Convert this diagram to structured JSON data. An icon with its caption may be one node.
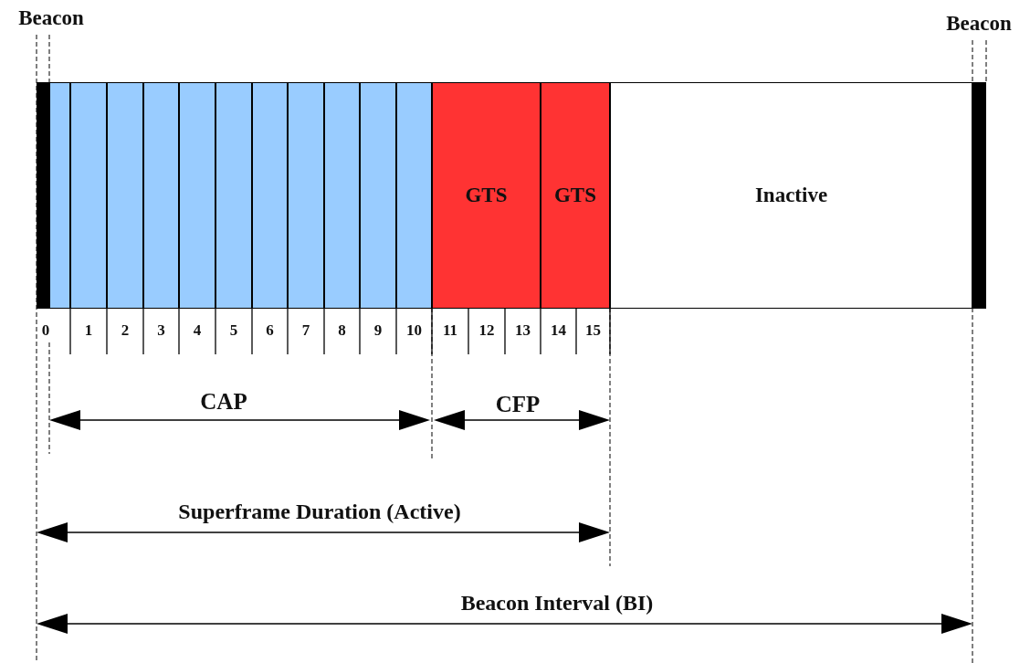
{
  "diagram": {
    "nodes": [
      {
        "text": [],
        "shape": "bar"
      },
      {
        "text": [],
        "shape": "box"
      },
      {
        "text": [],
        "shape": "box"
      },
      {
        "text": [],
        "shape": "box"
      },
      {
        "text": [],
        "shape": "box"
      },
      {
        "text": [],
        "shape": "box"
      },
      {
        "text": [],
        "shape": "box"
      },
      {
        "text": [],
        "shape": "box"
      },
      {
        "text": [],
        "shape": "box"
      },
      {
        "text": [],
        "shape": "box"
      },
      {
        "text": [],
        "shape": "box"
      },
      {
        "text": [],
        "shape": "box"
      },
      {
        "text": [
          "GTS"
        ]
      },
      {
        "text": [
          "GTS"
        ]
      },
      {
        "text": [
          "Inactive"
        ]
      },
      {
        "text": [],
        "shape": "bar"
      }
    ],
    "labels": [
      "Beacon",
      "Beacon",
      "0",
      "1",
      "2",
      "3",
      "4",
      "5",
      "6",
      "7",
      "8",
      "9",
      "10",
      "11",
      "12",
      "13",
      "14",
      "15",
      "CAP",
      "CFP",
      "Superframe Duration (Active)",
      "Beacon Interval (BI)"
    ]
  }
}
